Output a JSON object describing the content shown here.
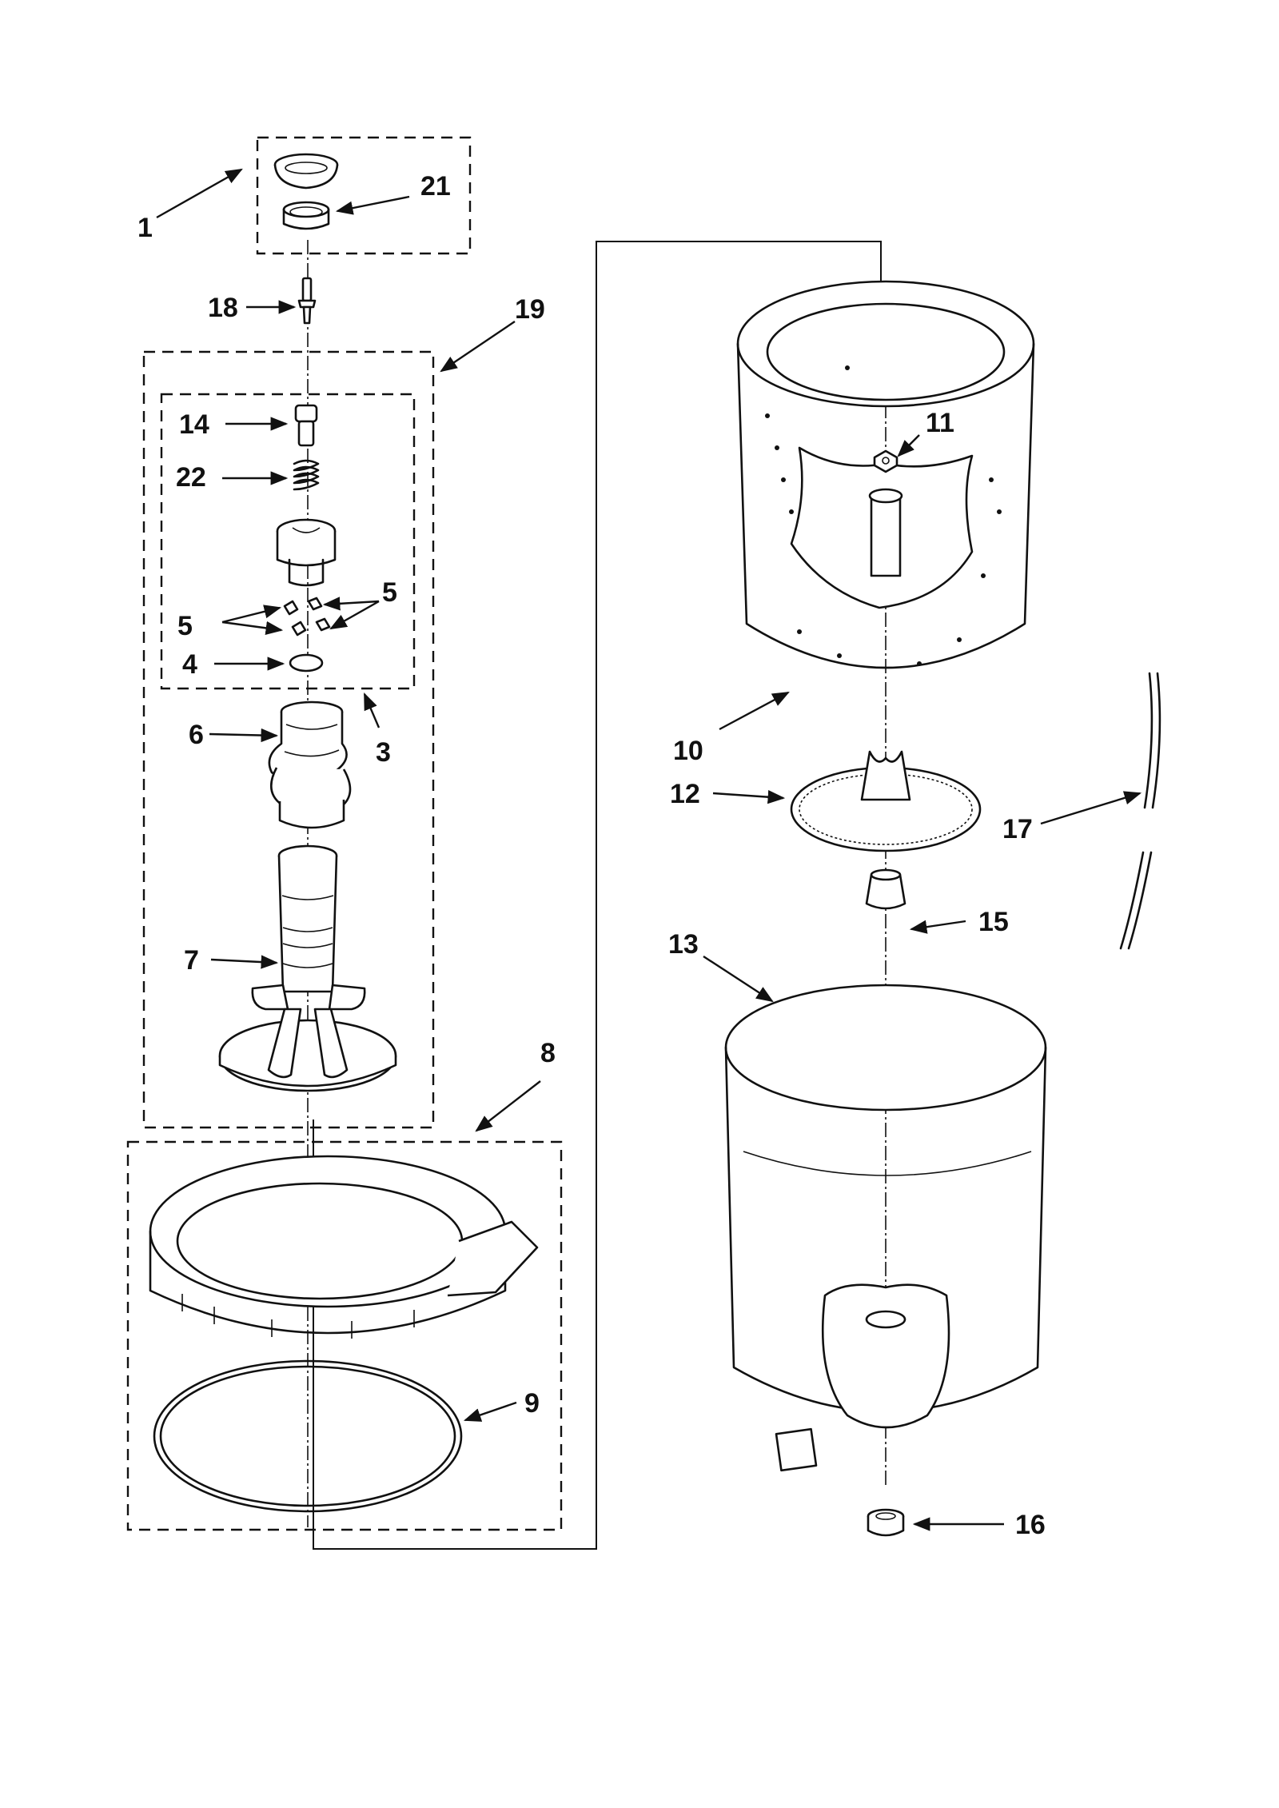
{
  "callouts": {
    "c1": "1",
    "c21": "21",
    "c18": "18",
    "c19": "19",
    "c14": "14",
    "c22": "22",
    "c5a": "5",
    "c5b": "5",
    "c4": "4",
    "c3": "3",
    "c6": "6",
    "c7": "7",
    "c8": "8",
    "c9": "9",
    "c10": "10",
    "c11": "11",
    "c12": "12",
    "c13": "13",
    "c15": "15",
    "c16": "16",
    "c17": "17"
  },
  "colors": {
    "line": "#111111",
    "background": "#ffffff"
  }
}
